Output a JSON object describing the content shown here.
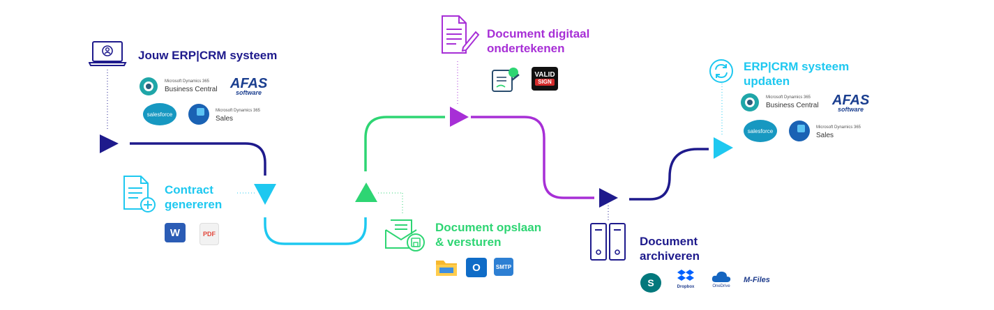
{
  "colors": {
    "navy": "#1e1a8c",
    "cyan": "#1ec8f0",
    "green": "#2ed573",
    "purple": "#a72fd6"
  },
  "steps": {
    "erp": {
      "title": "Jouw ERP|CRM systeem",
      "icon": "laptop-user-icon"
    },
    "contract": {
      "title": "Contract\ngenereren",
      "icon": "document-add-icon"
    },
    "opslaan": {
      "title": "Document opslaan\n& versturen",
      "icon": "mail-save-icon"
    },
    "ondertekenen": {
      "title": "Document digitaal\nondertekenen",
      "icon": "document-sign-icon"
    },
    "archiveren": {
      "title": "Document\narchiveren",
      "icon": "binders-icon"
    },
    "updaten": {
      "title": "ERP|CRM systeem\nupdaten",
      "icon": "refresh-icon"
    }
  },
  "logos": {
    "bc_ms": "Microsoft Dynamics 365",
    "bc_name": "Business Central",
    "afas_top": "AFAS",
    "afas_bottom": "software",
    "salesforce": "salesforce",
    "sales_ms": "Microsoft Dynamics 365",
    "sales_name": "Sales",
    "word": "W",
    "pdf": "PDF",
    "outlook": "O",
    "smtp": "SMTP",
    "validsign_top": "VALID",
    "validsign_bottom": "SIGN",
    "dropbox": "Dropbox",
    "onedrive": "OneDrive",
    "mfiles": "M-Files",
    "sharepoint": "S"
  }
}
